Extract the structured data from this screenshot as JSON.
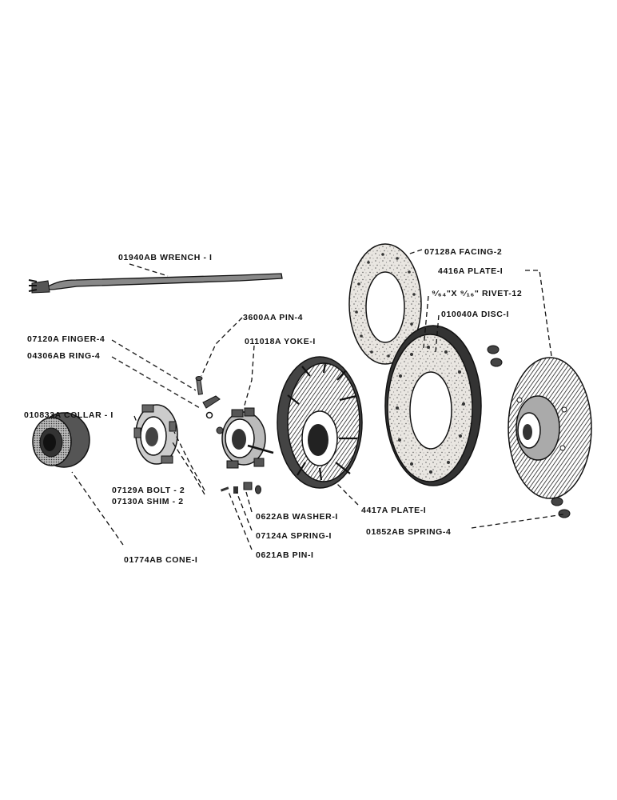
{
  "parts": {
    "wrench": "01940AB WRENCH - I",
    "pin4": "3600AA PIN-4",
    "yoke": "011018A YOKE-I",
    "finger": "07120A FINGER-4",
    "ring": "04306AB RING-4",
    "collar": "010833A COLLAR - I",
    "bolt": "07129A BOLT - 2",
    "shim": "07130A SHIM - 2",
    "cone": "01774AB CONE-I",
    "washer": "0622AB WASHER-I",
    "spring1": "07124A SPRING-I",
    "pin1": "0621AB PIN-I",
    "plate4417": "4417A PLATE-I",
    "spring4": "01852AB SPRING-4",
    "facing": "07128A FACING-2",
    "plate4416": "4416A PLATE-I",
    "rivet": "⁹⁄₆₄\"X ⁹⁄₁₆\" RIVET-12",
    "disc": "010040A DISC-I"
  },
  "colors": {
    "ink": "#111111",
    "paper": "#ffffff"
  }
}
